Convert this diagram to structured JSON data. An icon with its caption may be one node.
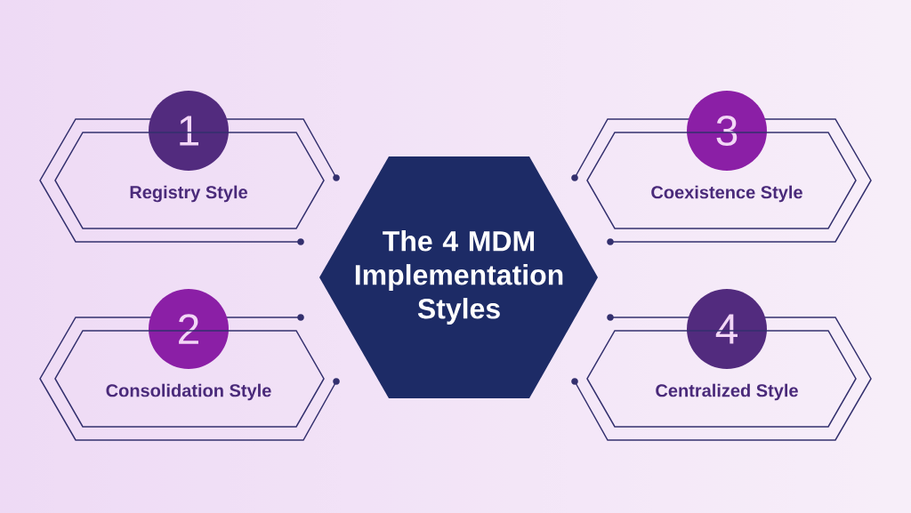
{
  "diagram": {
    "nodes": [
      {
        "text": [
          "The 4 MDM Implementation Styles"
        ]
      },
      {
        "text": [
          "1"
        ]
      },
      {
        "text": [
          "Registry Style"
        ]
      },
      {
        "text": [
          "2"
        ]
      },
      {
        "text": [
          "Consolidation Style"
        ]
      },
      {
        "text": [
          "3"
        ]
      },
      {
        "text": [
          "Coexistence Style"
        ]
      },
      {
        "text": [
          "4"
        ]
      },
      {
        "text": [
          "Centralized Style"
        ]
      }
    ]
  }
}
